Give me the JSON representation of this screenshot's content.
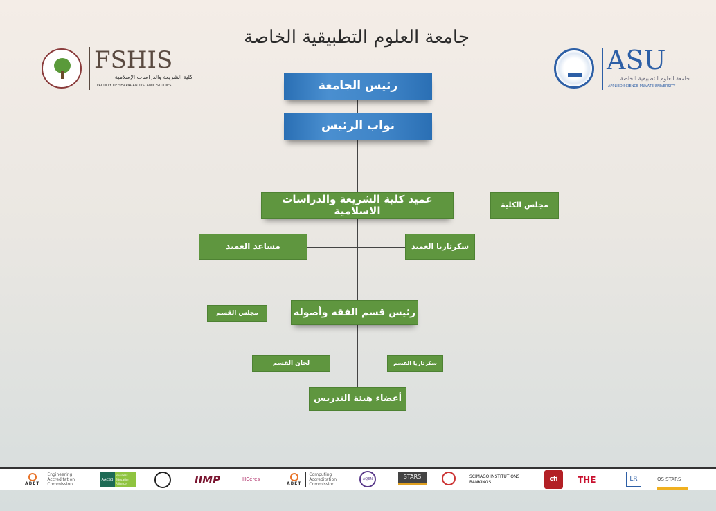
{
  "header": {
    "university_title": "جامعة العلوم التطبيقية الخاصة",
    "left_logo": {
      "acronym": "FSHIS",
      "arabic": "كلية الشريعة والدراسات الإسلامية",
      "english": "FACULTY OF SHARIA AND ISLAMIC STUDIES"
    },
    "right_logo": {
      "acronym": "ASU",
      "arabic": "جامعة العلوم التطبيقية الخاصة",
      "english": "APPLIED SCIENCE PRIVATE UNIVERSITY"
    }
  },
  "chart": {
    "president": "رئيس الجامعة",
    "vice_presidents": "نواب الرئيس",
    "dean": "عميد كلية الشريعة والدراسات الاسلامية",
    "faculty_council": "مجلس الكلية",
    "assistant_dean": "مساعد العميد",
    "dean_secretary": "سكرتاريا العميد",
    "department_head": "رئيس قسم  الفقه وأصوله",
    "department_council": "مجلس القسم",
    "department_committees": "لجان القسم",
    "department_secretary": "سكرتاريا القسم",
    "faculty_members": "أعضاء هيئة التدريس"
  },
  "colors": {
    "blue": "#3e83c6",
    "green": "#5f963f"
  },
  "footer": {
    "abet1": {
      "name": "ABET",
      "text": "Engineering Accreditation Commission"
    },
    "aacsb": {
      "name": "AACSB",
      "text": "Business Education Alliance"
    },
    "iimp": "IIMP",
    "hceres": "HCéres",
    "abet2": {
      "name": "ABET",
      "text": "Computing Accreditation Commission"
    },
    "aqen": "AQEN",
    "stars": "STARS",
    "scimago": "SCIMAGO INSTITUTIONS RANKINGS",
    "cfi": "cfi",
    "the": "THE",
    "lr": "LR",
    "qs_stars": "QS STARS"
  }
}
